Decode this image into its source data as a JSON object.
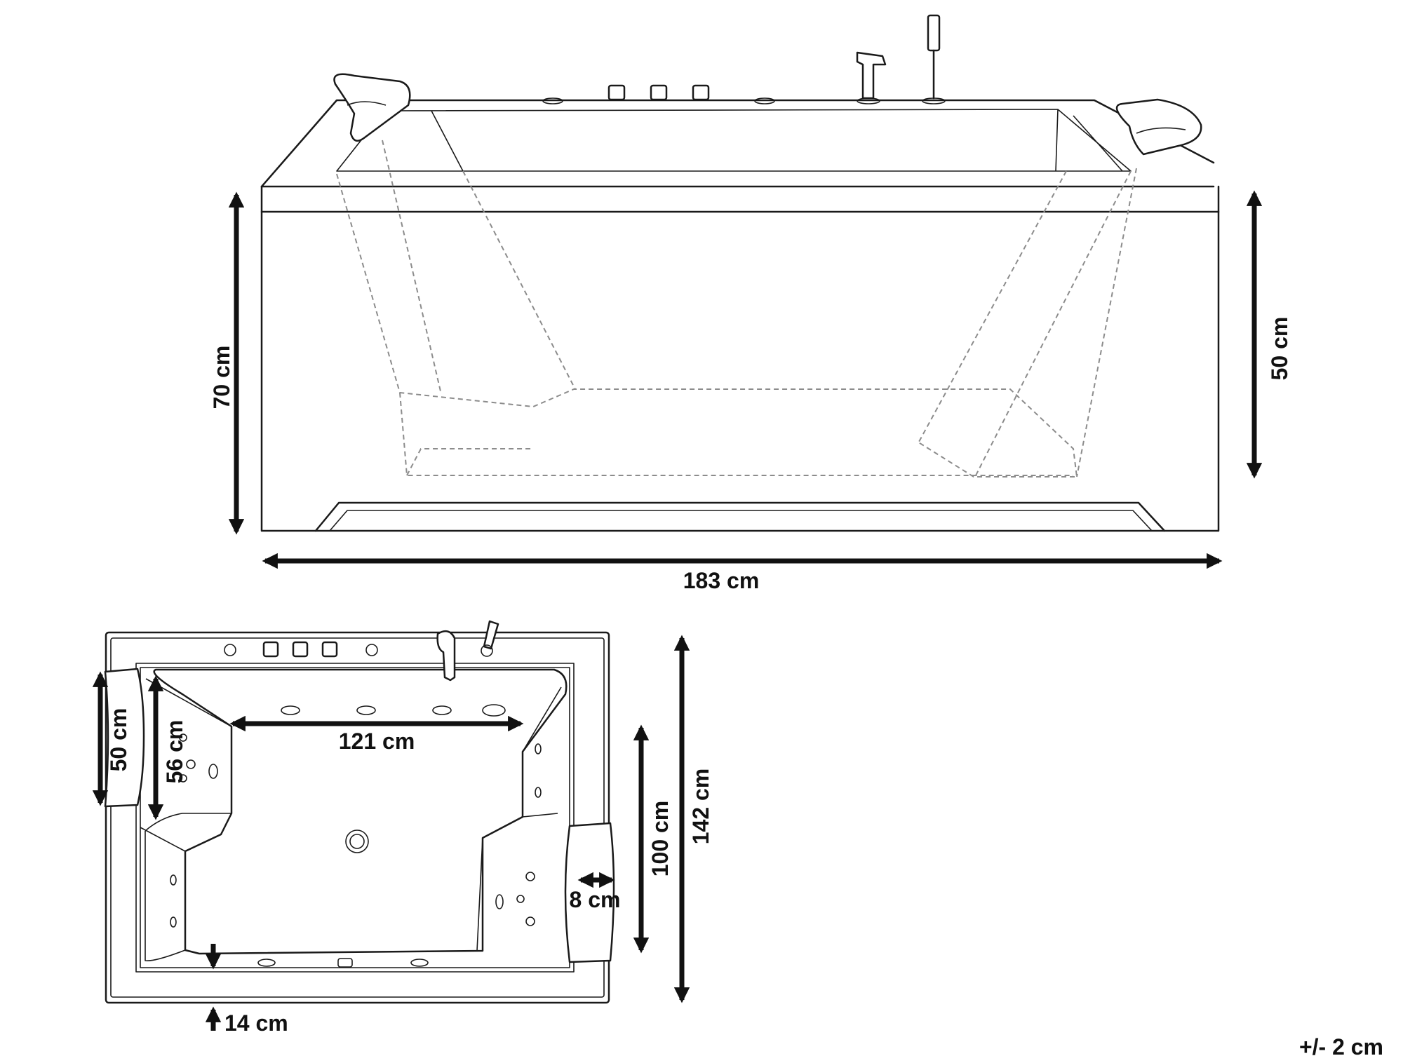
{
  "dimensions": {
    "side_height_total": "70 cm",
    "side_height_inner": "50 cm",
    "side_length": "183 cm",
    "top_headrest_width": "50 cm",
    "top_seat_depth": "56 cm",
    "top_inner_length": "121 cm",
    "top_inner_width": "100 cm",
    "top_total_width": "142 cm",
    "top_headrest_depth": "8 cm",
    "top_rim": "14 cm"
  },
  "tolerance": "+/- 2 cm",
  "colors": {
    "line": "#1a1a1a",
    "hidden_line": "#8c8c8c",
    "background": "#ffffff"
  }
}
